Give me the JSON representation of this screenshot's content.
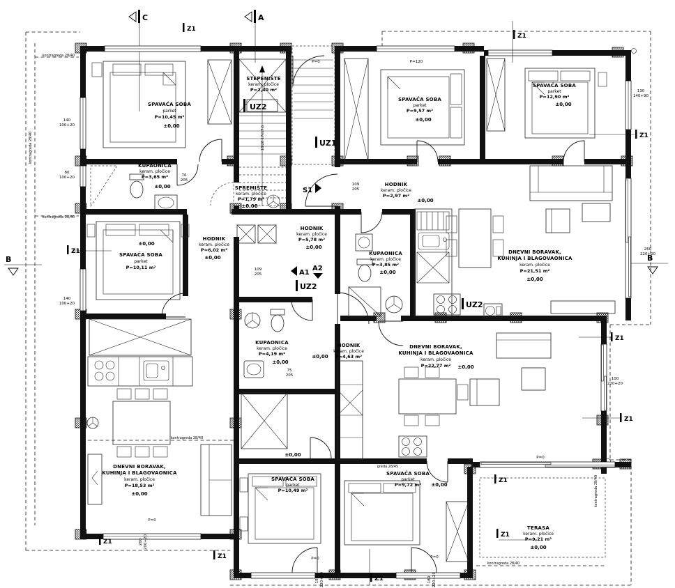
{
  "drawing": {
    "type": "architectural floor plan"
  },
  "rooms": {
    "bedroom_nw": {
      "name": "SPAVAĆA SOBA",
      "finish": "parket",
      "area": "P=10,45 m²",
      "level": "±0,00"
    },
    "bath_nw": {
      "name": "KUPAONICA",
      "finish": "keram. pločice",
      "area": "P=3,65 m²",
      "level": "±0,00"
    },
    "stairs": {
      "name": "STEPENIŠTE",
      "finish": "keram. pločice",
      "area": "P=2,40 m²"
    },
    "storage": {
      "name": "SPREMIŠTE",
      "finish": "keram. pločice",
      "area": "P=1,79 m²",
      "level": "±0,00"
    },
    "bedroom_w": {
      "name": "SPAVAĆA SOBA",
      "finish": "parket",
      "area": "P=10,11 m²",
      "level": "±0,00"
    },
    "hall_w": {
      "name": "HODNIK",
      "finish": "keram. pločice",
      "area": "P=6,02 m²",
      "level": "±0,00"
    },
    "hall_c": {
      "name": "HODNIK",
      "finish": "keram. pločice",
      "area": "P=5,78 m²",
      "level": "±0,00"
    },
    "bedroom_nc": {
      "name": "SPAVAĆA SOBA",
      "finish": "parket",
      "area": "P=9,57 m²",
      "level": "±0,00"
    },
    "bedroom_ne": {
      "name": "SPAVAĆA SOBA",
      "finish": "parket",
      "area": "P=12,90 m²",
      "level": "±0,00"
    },
    "hall_ne": {
      "name": "HODNIK",
      "finish": "keram. pločice",
      "area": "P=2,97 m²",
      "level": "±0,00"
    },
    "bath_ne": {
      "name": "KUPAONICA",
      "finish": "keram. pločice",
      "area": "P=3,85 m²",
      "level": "±0,00"
    },
    "living_e": {
      "name": "DNEVNI BORAVAK,",
      "name2": "KUHINJA I BLAGOVAONICA",
      "finish": "keram. pločice",
      "area": "P=21,51 m²",
      "level": "±0,00"
    },
    "bath_c": {
      "name": "KUPAONICA",
      "finish": "keram. pločice",
      "area": "P=4,19 m²",
      "level": "±0,00"
    },
    "hall_s": {
      "name": "HODNIK",
      "finish": "keram. pločice",
      "area": "P=4,63 m²",
      "level": "±0,00"
    },
    "living_se": {
      "name": "DNEVNI BORAVAK,",
      "name2": "KUHINJA I BLAGOVAONICA",
      "finish": "keram. pločice",
      "area": "P=22,77 m²",
      "level": "±0,00"
    },
    "living_sw": {
      "name": "DNEVNI BORAVAK,",
      "name2": "KUHINJA I BLAGOVAONICA",
      "finish": "keram. pločice",
      "area": "P=18,53 m²",
      "level": "±0,00"
    },
    "bedroom_s1": {
      "name": "SPAVAĆA SOBA",
      "finish": "parket",
      "area": "P=10,49 m²",
      "level": "±0,00"
    },
    "bedroom_s2": {
      "name": "SPAVAĆA SOBA",
      "finish": "parket",
      "area": "P=9,72 m²",
      "level": "±0,00"
    },
    "terrace": {
      "name": "TERASA",
      "finish": "keram. pločice",
      "area": "P=9,21 m²",
      "level": "±0,00"
    }
  },
  "markers": {
    "z1": "Z1",
    "uz1": "UZ1",
    "uz2": "UZ2",
    "s1": "S1",
    "a1": "A1",
    "a2": "A2",
    "b": "B",
    "c": "C",
    "a": "A"
  },
  "annotations": {
    "kontragreda": "kontragreda 28/40",
    "greda": "greda 28/45",
    "stair_spec": "18/28 17x17,6",
    "p0": "P=0",
    "p120": "P=120"
  },
  "dims": {
    "w140": "140",
    "w80": "80",
    "w130": "130",
    "w260": "260",
    "w100": "100",
    "w180": "180",
    "h100_20": "100+20",
    "h140_90": "140+90",
    "h220_20": "220+20",
    "h200_20": "200+20",
    "d109": "109",
    "d205": "205",
    "d76": "76",
    "d75": "75"
  }
}
